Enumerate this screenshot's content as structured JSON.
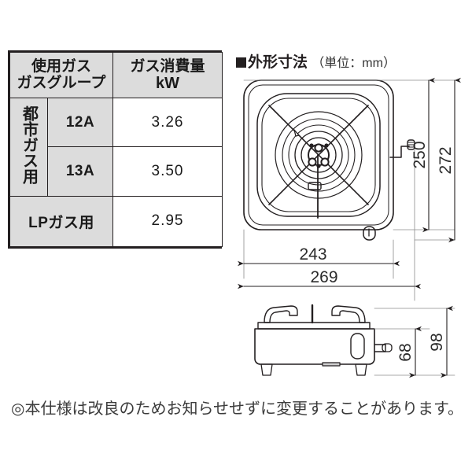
{
  "table": {
    "header": {
      "col1_line1": "使用ガス",
      "col1_line2": "ガスグループ",
      "col2_line1": "ガス消費量",
      "col2_line2": "kW"
    },
    "group_city": "都市ガス用",
    "group_lp": "LPガス用",
    "rows": [
      {
        "group": "都市ガス用",
        "type": "12A",
        "value": "3.26"
      },
      {
        "group": "都市ガス用",
        "type": "13A",
        "value": "3.50"
      },
      {
        "group": "LPガス用",
        "type": "",
        "value": "2.95"
      }
    ]
  },
  "diagram": {
    "title": "外形寸法",
    "unit_note": "（単位：mm）",
    "top_view": {
      "width_outer": "269",
      "width_inner": "243",
      "depth_outer": "272",
      "depth_inner": "250"
    },
    "side_view": {
      "height_total": "98",
      "height_body": "68"
    }
  },
  "footer": {
    "note": "◎本仕様は改良のためお知らせせずに変更することがあります。"
  },
  "colors": {
    "ink": "#231f20",
    "header_fill": "#dcdcdc",
    "value_text": "#3a3a3a"
  }
}
